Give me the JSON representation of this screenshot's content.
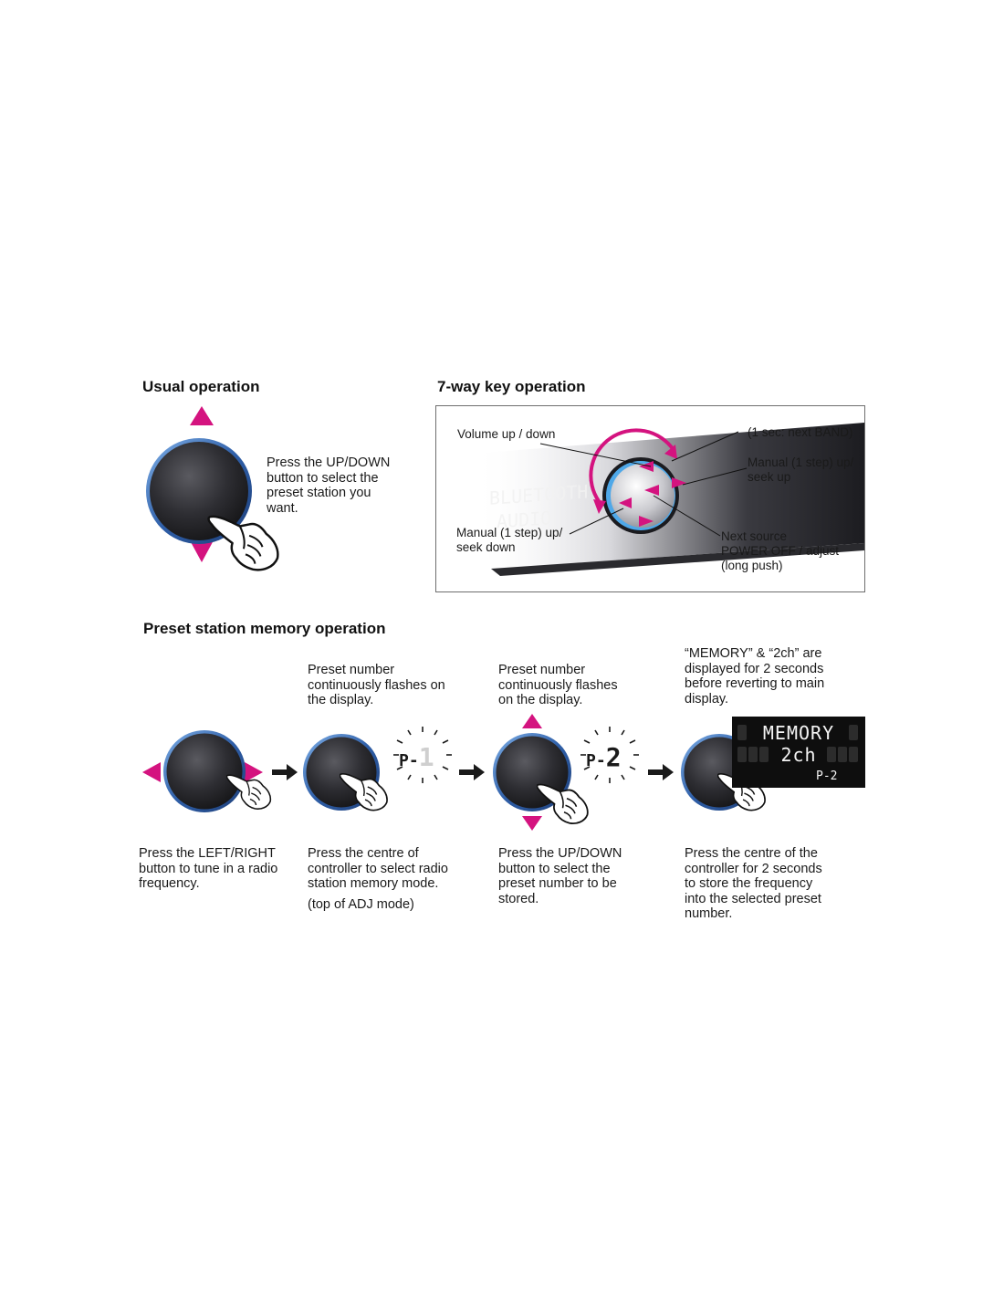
{
  "usual_operation": {
    "heading": "Usual operation",
    "instruction": "Press the UP/DOWN\nbutton to select the\npreset station you\nwant."
  },
  "seven_way": {
    "heading": "7-way key operation",
    "display_text_line1": "BLUETOOTH",
    "display_text_line2": "AUDIO",
    "labels": {
      "volume": "Volume up / down",
      "next_band": "(1 sec: next BAND)",
      "manual_up": "Manual (1 step) up/\nseek up",
      "manual_down": "Manual (1 step) up/\nseek down",
      "next_source": "Next source\nPOWER OFF / adjust\n(long push)"
    }
  },
  "preset_memory": {
    "heading": "Preset station memory operation",
    "steps": [
      {
        "top_text": "",
        "bottom_text": "Press the LEFT/RIGHT\nbutton to tune in a radio\nfrequency.",
        "note": ""
      },
      {
        "top_text": "Preset number\ncontinuously flashes on\nthe display.",
        "display": "P-1",
        "display_prefix": "P-",
        "display_digit": "1",
        "bottom_text": "Press the centre of\ncontroller to select radio\nstation memory mode.",
        "note": "(top of ADJ mode)"
      },
      {
        "top_text": "Preset number\ncontinuously flashes\non the display.",
        "display": "P-2",
        "display_prefix": "P-",
        "display_digit": "2",
        "bottom_text": "Press the UP/DOWN\nbutton to select the\npreset number to be\nstored.",
        "note": ""
      },
      {
        "top_text": "“MEMORY” & “2ch” are\ndisplayed for 2 seconds\nbefore reverting to main\ndisplay.",
        "lcd_line1": "MEMORY",
        "lcd_line2": "2ch",
        "lcd_preset": "P-2",
        "bottom_text": "Press the centre of the\ncontroller for 2 seconds\nto store the frequency\ninto the selected preset\nnumber.",
        "note": ""
      }
    ]
  },
  "colors": {
    "accent_magenta": "#d4137f",
    "knob_dark": "#2b2b2e",
    "knob_ring": "#4a7fc1",
    "arrow_black": "#1a1a1a"
  }
}
